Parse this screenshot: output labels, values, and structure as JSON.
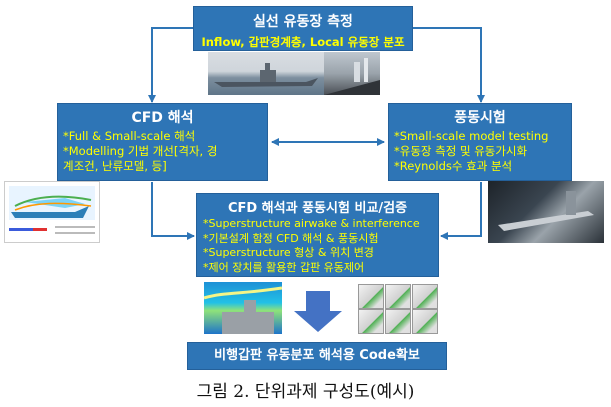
{
  "boxes": {
    "field": {
      "title": "실선 유동장 측정",
      "subtitle": "Inflow, 갑판경계층, Local 유동장 분포"
    },
    "cfd": {
      "title": "CFD 해석",
      "bullets": [
        "*Full & Small-scale 해석",
        "*Modelling 기법 개선[격자, 경",
        "계조건, 난류모델, 등]"
      ]
    },
    "wind": {
      "title": "풍동시험",
      "bullets": [
        "*Small-scale model testing",
        "*유동장 측정 및 유동가시화",
        "*Reynolds수 효과 분석"
      ]
    },
    "compare": {
      "title": "CFD 해석과 풍동시험 비교/검증",
      "bullets": [
        "*Superstructure airwake & interference",
        "*기본설계 함정 CFD 해석 & 풍동시험",
        "*Superstructure 형상 & 위치 변경",
        "*제어 장치를 활용한 갑판 유동제어"
      ]
    },
    "final": {
      "title": "비행갑판 유동분포 해석용 Code확보"
    }
  },
  "caption": "그림 2. 단위과제 구성도(예시)",
  "colors": {
    "box_fill": "#2e75b6",
    "box_text": "#ffffff",
    "highlight_text": "#ffff00",
    "connector": "#2e75b6"
  }
}
